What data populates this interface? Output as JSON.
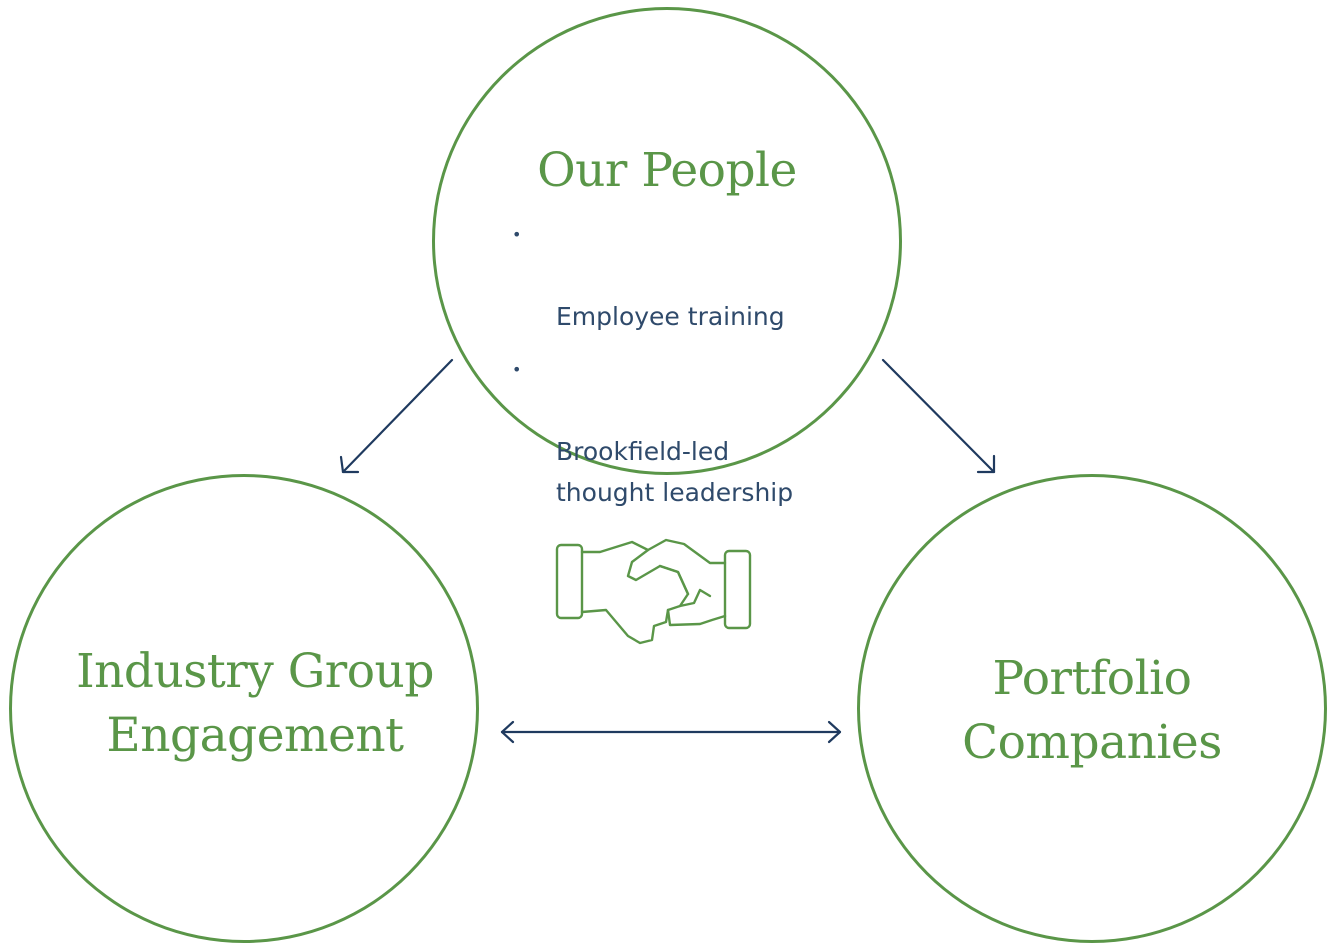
{
  "people": {
    "title": "Our People",
    "bullets": [
      "Employee training",
      "Brookfield-led\nthought leadership"
    ]
  },
  "industry": {
    "title_line1": "Industry Group",
    "title_line2": "Engagement"
  },
  "portfolio": {
    "title_line1": "Portfolio",
    "title_line2": "Companies"
  },
  "icons": {
    "center": "handshake-icon"
  },
  "colors": {
    "green": "#5a9648",
    "navy": "#1f3a5f",
    "text": "#2f4a6b"
  }
}
